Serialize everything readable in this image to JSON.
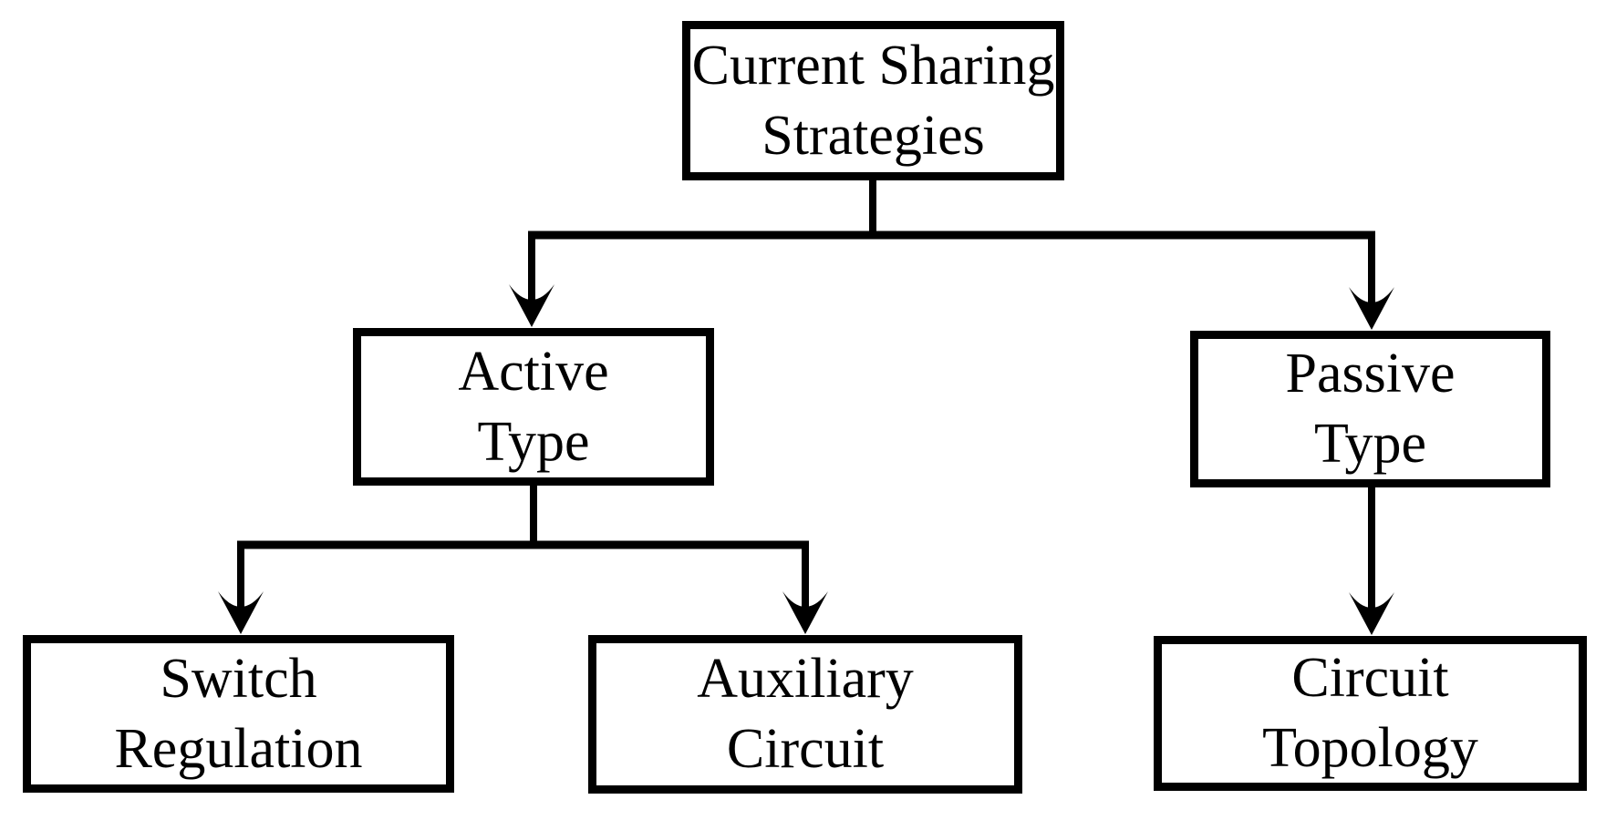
{
  "colors": {
    "foreground": "#000000",
    "background": "#ffffff"
  },
  "diagram": {
    "nodes": {
      "root": {
        "label": "Current Sharing\nStrategies"
      },
      "active": {
        "label": "Active\nType"
      },
      "passive": {
        "label": "Passive\nType"
      },
      "switch_regulation": {
        "label": "Switch\nRegulation"
      },
      "auxiliary_circuit": {
        "label": "Auxiliary\nCircuit"
      },
      "circuit_topology": {
        "label": "Circuit\nTopology"
      }
    },
    "edges": [
      {
        "from": "Current Sharing Strategies",
        "to": "Active Type"
      },
      {
        "from": "Current Sharing Strategies",
        "to": "Passive Type"
      },
      {
        "from": "Active Type",
        "to": "Switch Regulation"
      },
      {
        "from": "Active Type",
        "to": "Auxiliary Circuit"
      },
      {
        "from": "Passive Type",
        "to": "Circuit Topology"
      }
    ]
  }
}
